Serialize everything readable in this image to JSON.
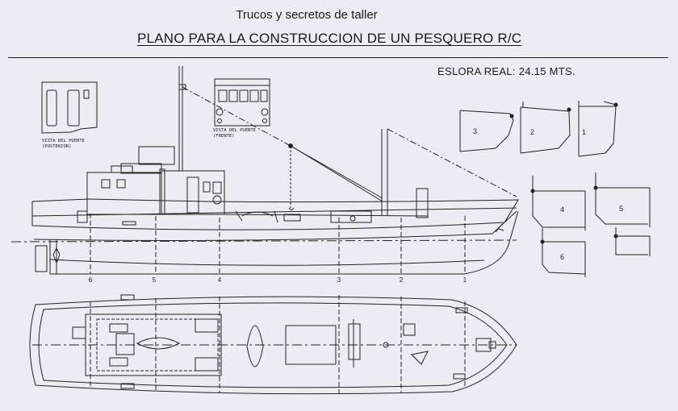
{
  "header": {
    "subtitle": "Trucos y secretos de taller",
    "title": "PLANO PARA LA CONSTRUCCION DE UN PESQUERO R/C",
    "eslora": "ESLORA REAL: 24.15 MTS."
  },
  "views": {
    "bridge_rear": {
      "line1": "VISTA DEL PUENTE",
      "line2": "(POSTERIOR)"
    },
    "bridge_front": {
      "line1": "VISTA DEL PUENTE",
      "line2": "(FRENTE)"
    }
  },
  "stations": [
    "6",
    "5",
    "4",
    "3",
    "2",
    "1"
  ],
  "sections": [
    "1",
    "2",
    "3",
    "4",
    "5",
    "6"
  ]
}
